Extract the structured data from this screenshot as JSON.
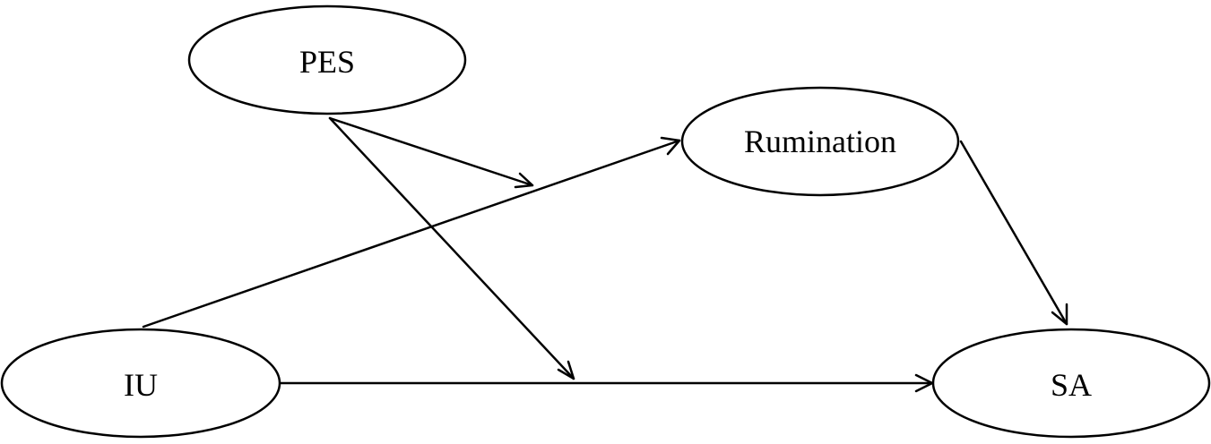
{
  "diagram": {
    "nodes": {
      "pes": {
        "label": "PES"
      },
      "rumination": {
        "label": "Rumination"
      },
      "iu": {
        "label": "IU"
      },
      "sa": {
        "label": "SA"
      }
    },
    "edges": [
      {
        "from": "iu",
        "to": "rumination"
      },
      {
        "from": "rumination",
        "to": "sa"
      },
      {
        "from": "iu",
        "to": "sa"
      },
      {
        "from": "pes",
        "to": "path-iu-rumination",
        "moderation": true
      },
      {
        "from": "pes",
        "to": "path-iu-sa",
        "moderation": true
      }
    ],
    "colors": {
      "stroke": "#000000",
      "background": "#ffffff"
    }
  }
}
